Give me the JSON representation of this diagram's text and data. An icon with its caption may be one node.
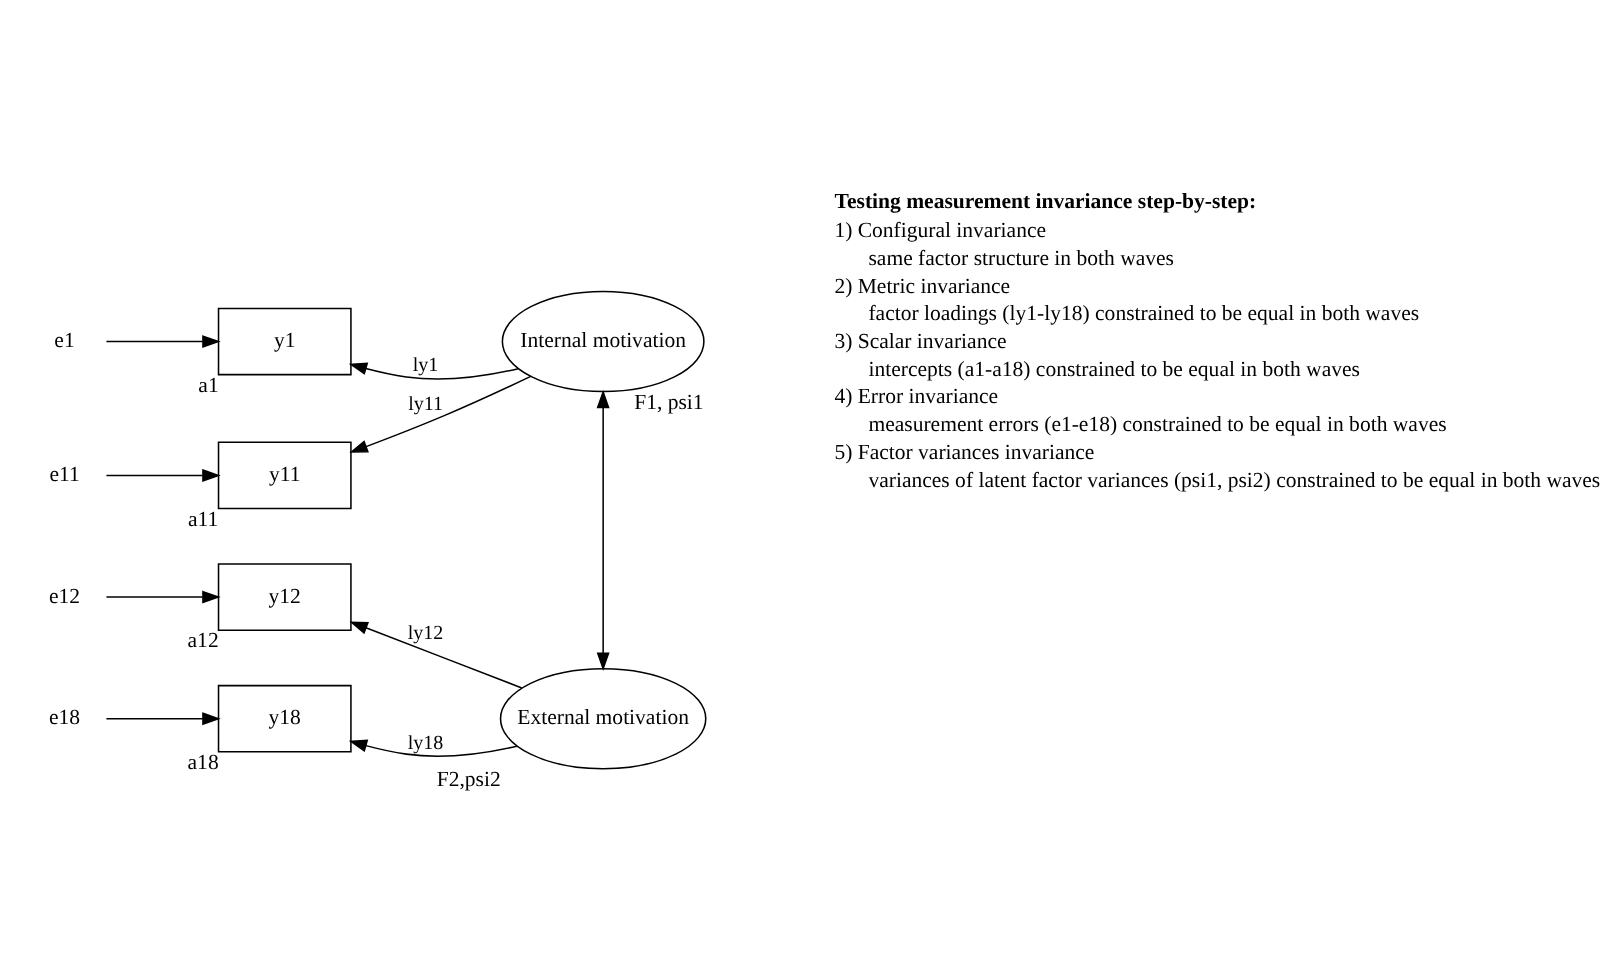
{
  "diagram": {
    "nodes": [
      {
        "text": [
          "e1"
        ]
      },
      {
        "text": [
          "y1"
        ],
        "beside": [
          "a1"
        ]
      },
      {
        "text": [
          "Internal motivation"
        ],
        "beside": [
          "F1, psi1"
        ]
      },
      {
        "text": [
          "e11"
        ]
      },
      {
        "text": [
          "y11"
        ],
        "beside": [
          "a11"
        ]
      },
      {
        "text": [
          "e12"
        ]
      },
      {
        "text": [
          "y12"
        ],
        "beside": [
          "a12"
        ]
      },
      {
        "text": [
          "External motivation"
        ],
        "beside": [
          "F2,psi2"
        ]
      },
      {
        "text": [
          "e18"
        ]
      },
      {
        "text": [
          "y18"
        ],
        "beside": [
          "a18"
        ]
      }
    ],
    "edges": [
      {
        "from": 0,
        "to": 1,
        "arrow": "to"
      },
      {
        "from": 3,
        "to": 4,
        "arrow": "to"
      },
      {
        "from": 5,
        "to": 6,
        "arrow": "to"
      },
      {
        "from": 8,
        "to": 9,
        "arrow": "to"
      },
      {
        "from": 2,
        "to": 1,
        "arrow": "to",
        "label": "ly1"
      },
      {
        "from": 2,
        "to": 4,
        "arrow": "to",
        "label": "ly11"
      },
      {
        "from": 7,
        "to": 6,
        "arrow": "to",
        "label": "ly12"
      },
      {
        "from": 7,
        "to": 9,
        "arrow": "to",
        "label": "ly18"
      },
      {
        "from": 2,
        "to": 7,
        "arrow": "both"
      }
    ],
    "labels": [
      "Testing measurement invariance step-by-step:",
      "1)",
      "Configural invariance",
      "same factor structure in both waves",
      "2)",
      "Metric invariance",
      "factor loadings (ly1-ly18) constrained to be equal in both waves",
      "3)",
      "Scalar invariance",
      "intercepts (a1-a18) constrained to be equal in both waves",
      "4)",
      "Error invariance",
      "measurement errors (e1-e18) constrained to be equal in both waves",
      "5)",
      "Factor variances invariance",
      "variances of latent factor variances (psi1, psi2) constrained to be equal in both waves"
    ]
  }
}
